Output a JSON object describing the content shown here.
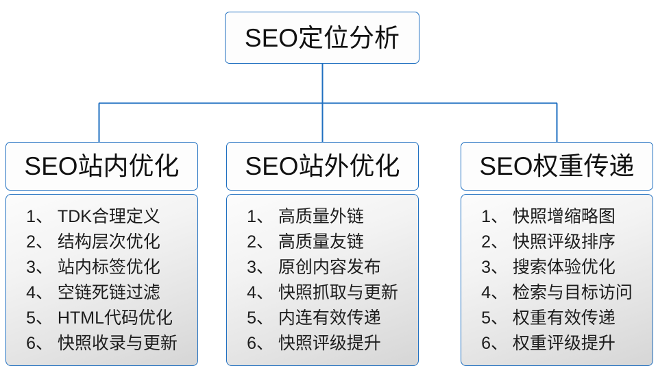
{
  "diagram": {
    "type": "organization-tree",
    "root": {
      "title": "SEO定位分析"
    },
    "accent_color": "#1f6fc0",
    "text_color": "#111111",
    "branches": [
      {
        "title": "SEO站内优化",
        "items": [
          {
            "index": "1、",
            "label": "TDK合理定义"
          },
          {
            "index": "2、",
            "label": "结构层次优化"
          },
          {
            "index": "3、",
            "label": "站内标签优化"
          },
          {
            "index": "4、",
            "label": "空链死链过滤"
          },
          {
            "index": "5、",
            "label": "HTML代码优化"
          },
          {
            "index": "6、",
            "label": "快照收录与更新"
          }
        ]
      },
      {
        "title": "SEO站外优化",
        "items": [
          {
            "index": "1、",
            "label": "高质量外链"
          },
          {
            "index": "2、",
            "label": "高质量友链"
          },
          {
            "index": "3、",
            "label": "原创内容发布"
          },
          {
            "index": "4、",
            "label": "快照抓取与更新"
          },
          {
            "index": "5、",
            "label": "内连有效传递"
          },
          {
            "index": "6、",
            "label": "快照评级提升"
          }
        ]
      },
      {
        "title": "SEO权重传递",
        "items": [
          {
            "index": "1、",
            "label": "快照增缩略图"
          },
          {
            "index": "2、",
            "label": "快照评级排序"
          },
          {
            "index": "3、",
            "label": "搜索体验优化"
          },
          {
            "index": "4、",
            "label": "检索与目标访问"
          },
          {
            "index": "5、",
            "label": "权重有效传递"
          },
          {
            "index": "6、",
            "label": "权重评级提升"
          }
        ]
      }
    ]
  }
}
